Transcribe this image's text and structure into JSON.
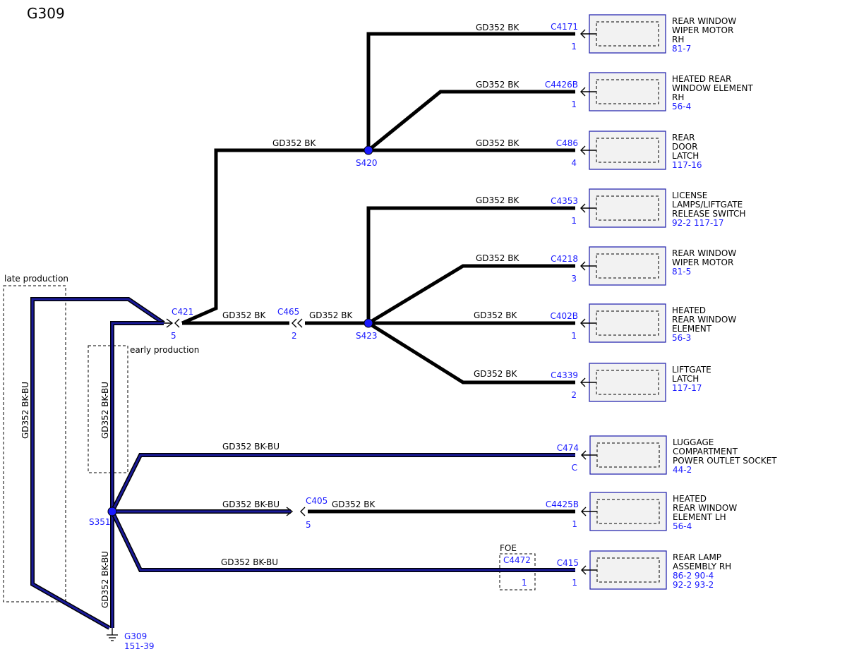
{
  "title": "G309",
  "zones": {
    "late": "late production",
    "early": "early production",
    "foe": "FOE"
  },
  "wires": {
    "bk": "GD352  BK",
    "bkbu": "GD352  BK-BU"
  },
  "splices": {
    "s420": "S420",
    "s423": "S423",
    "s351": "S351"
  },
  "inline_connectors": {
    "c421": {
      "id": "C421",
      "pin": "5"
    },
    "c465": {
      "id": "C465",
      "pin": "2"
    },
    "c405": {
      "id": "C405",
      "pin": "5"
    },
    "c4472": {
      "id": "C4472",
      "pin": "1"
    }
  },
  "ground": {
    "id": "G309",
    "ref": "151-39"
  },
  "components": [
    {
      "conn": "C4171",
      "pin": "1",
      "lines": [
        "REAR WINDOW",
        "WIPER MOTOR",
        "RH"
      ],
      "ref": "81-7"
    },
    {
      "conn": "C4426B",
      "pin": "1",
      "lines": [
        "HEATED REAR",
        "WINDOW ELEMENT",
        "RH"
      ],
      "ref": "56-4"
    },
    {
      "conn": "C486",
      "pin": "4",
      "lines": [
        "REAR",
        "DOOR",
        "LATCH"
      ],
      "ref": "117-16"
    },
    {
      "conn": "C4353",
      "pin": "1",
      "lines": [
        "LICENSE",
        "LAMPS/LIFTGATE",
        "RELEASE SWITCH"
      ],
      "ref": "92-2  117-17"
    },
    {
      "conn": "C4218",
      "pin": "3",
      "lines": [
        "REAR WINDOW",
        "WIPER MOTOR"
      ],
      "ref": "81-5"
    },
    {
      "conn": "C402B",
      "pin": "1",
      "lines": [
        "HEATED",
        "REAR WINDOW",
        "ELEMENT"
      ],
      "ref": "56-3"
    },
    {
      "conn": "C4339",
      "pin": "2",
      "lines": [
        "LIFTGATE",
        "LATCH"
      ],
      "ref": "117-17"
    },
    {
      "conn": "C474",
      "pin": "C",
      "lines": [
        "LUGGAGE",
        "COMPARTMENT",
        "POWER OUTLET SOCKET"
      ],
      "ref": "44-2"
    },
    {
      "conn": "C4425B",
      "pin": "1",
      "lines": [
        "HEATED",
        "REAR WINDOW",
        "ELEMENT LH"
      ],
      "ref": "56-4"
    },
    {
      "conn": "C415",
      "pin": "1",
      "lines": [
        "REAR LAMP",
        "ASSEMBLY RH"
      ],
      "ref": "86-2  90-4",
      "ref2": "92-2  93-2"
    }
  ]
}
